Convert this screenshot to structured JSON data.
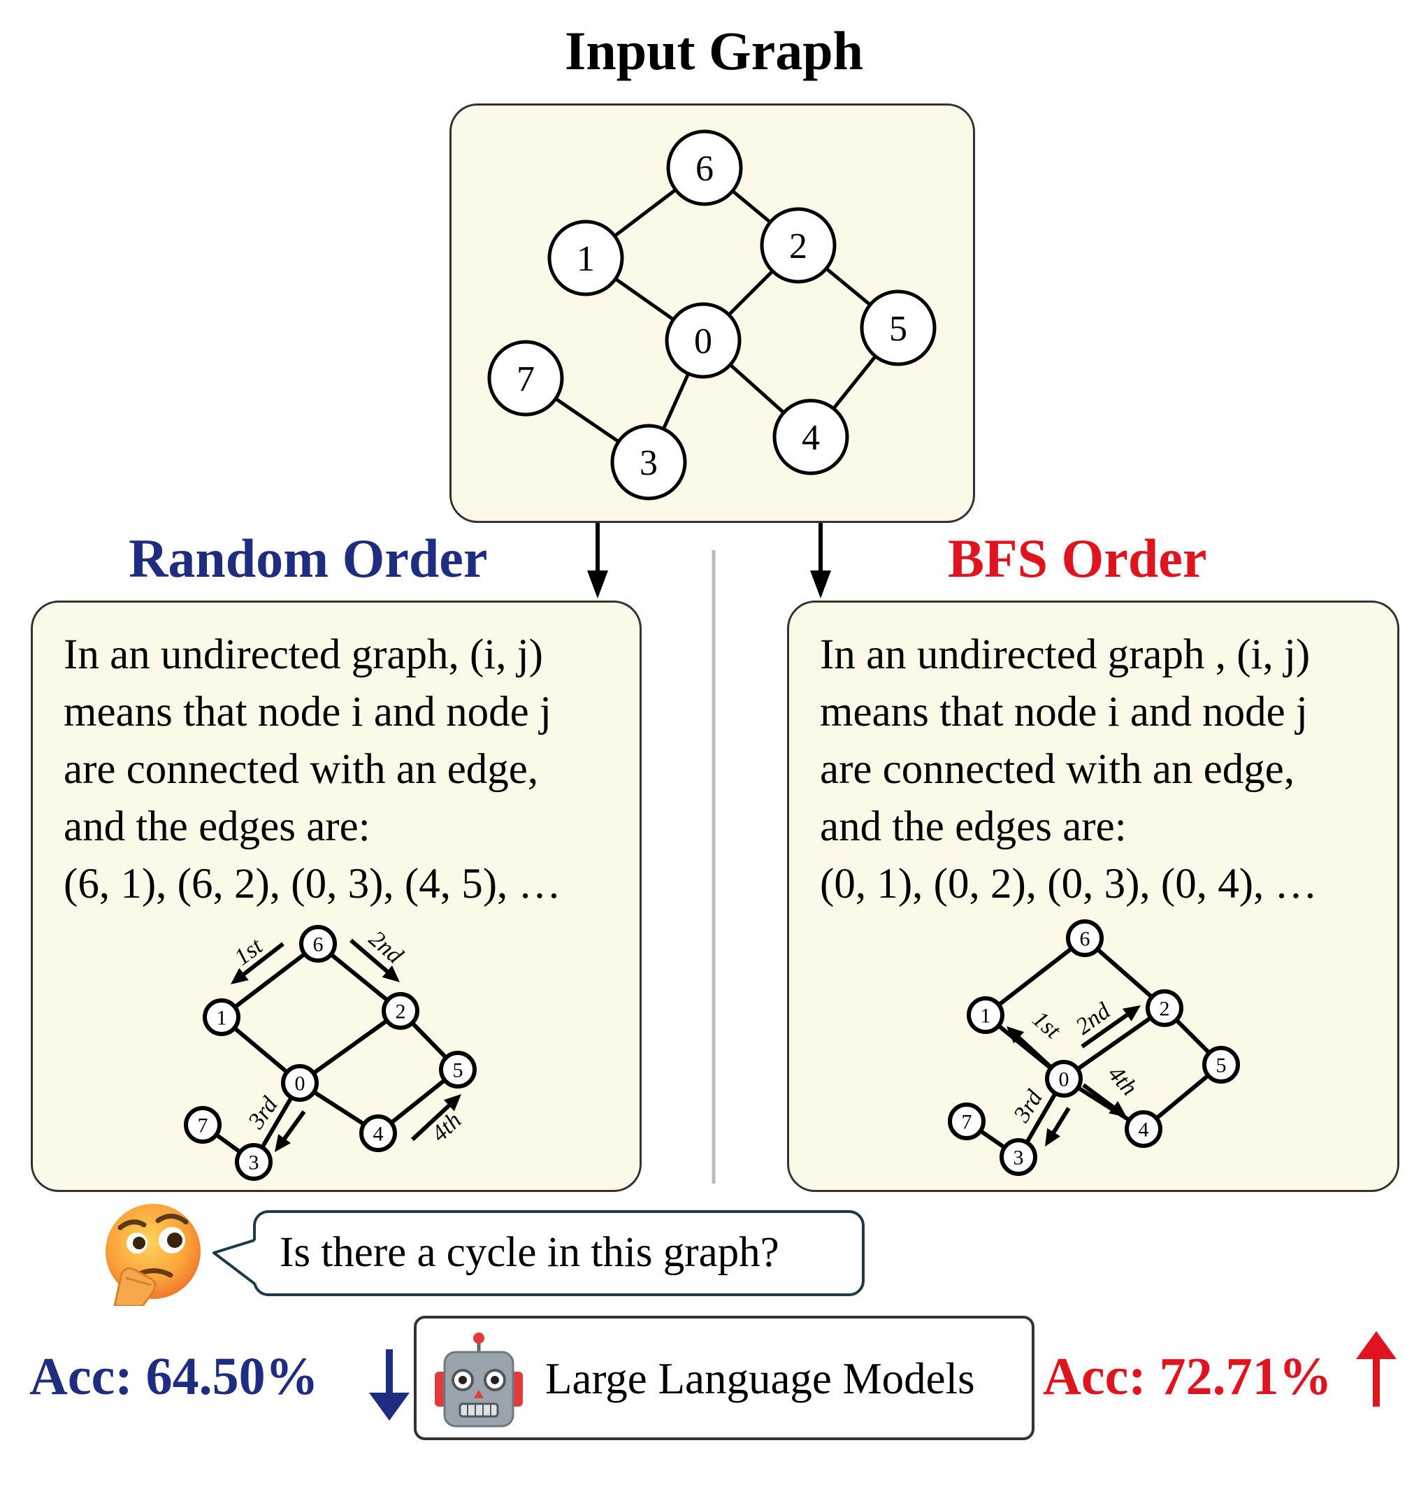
{
  "input_graph": {
    "title": "Input Graph",
    "nodes": [
      {
        "id": "6",
        "label": "6"
      },
      {
        "id": "1",
        "label": "1"
      },
      {
        "id": "2",
        "label": "2"
      },
      {
        "id": "0",
        "label": "0"
      },
      {
        "id": "5",
        "label": "5"
      },
      {
        "id": "7",
        "label": "7"
      },
      {
        "id": "4",
        "label": "4"
      },
      {
        "id": "3",
        "label": "3"
      }
    ],
    "edges": [
      [
        "6",
        "1"
      ],
      [
        "6",
        "2"
      ],
      [
        "1",
        "0"
      ],
      [
        "2",
        "0"
      ],
      [
        "2",
        "5"
      ],
      [
        "5",
        "4"
      ],
      [
        "0",
        "4"
      ],
      [
        "0",
        "3"
      ],
      [
        "7",
        "3"
      ]
    ]
  },
  "random_order": {
    "title": "Random Order",
    "title_color": "#1f2d80",
    "prompt_lines": [
      "In an undirected graph, (i, j)",
      "means that node i and node j",
      "are connected with an edge,",
      "and the edges are:",
      "(6, 1), (6, 2), (0, 3), (4, 5), …"
    ],
    "step_labels": [
      "1st",
      "2nd",
      "3rd",
      "4th"
    ],
    "accuracy": "Acc: 64.50%",
    "arrow_glyph": "↓"
  },
  "bfs_order": {
    "title": "BFS Order",
    "title_color": "#e0141e",
    "prompt_lines": [
      "In an undirected graph , (i, j)",
      "means that node i and node j",
      "are connected with an edge,",
      "and the edges are:",
      "(0, 1), (0, 2), (0, 3), (0, 4), …"
    ],
    "step_labels": [
      "1st",
      "2nd",
      "3rd",
      "4th"
    ],
    "accuracy": "Acc: 72.71%",
    "arrow_glyph": "↑"
  },
  "question": {
    "text": "Is there a cycle in this graph?",
    "icon": "thinking-face-icon"
  },
  "model": {
    "label": "Large Language Models",
    "icon": "robot-icon"
  },
  "colors": {
    "card_fill": "#fcf9e8",
    "random": "#1f2d80",
    "bfs": "#e0141e",
    "divider": "#bbbbbb"
  }
}
